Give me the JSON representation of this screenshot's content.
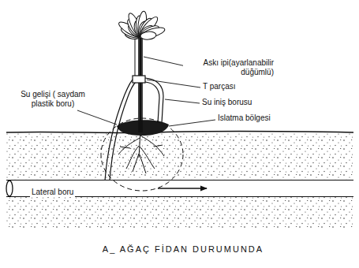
{
  "diagram": {
    "caption": "A_ AĞAÇ FİDAN DURUMUNDA",
    "nodes": [
      {
        "text": [
          "Lateral boru"
        ]
      }
    ],
    "labels": [
      "Askı ipi(ayarlanabilir düğümlü)",
      "T parçası",
      "Su iniş borusu",
      "Islatma bölgesi",
      "Su gelişi ( saydam plastik boru)"
    ]
  }
}
